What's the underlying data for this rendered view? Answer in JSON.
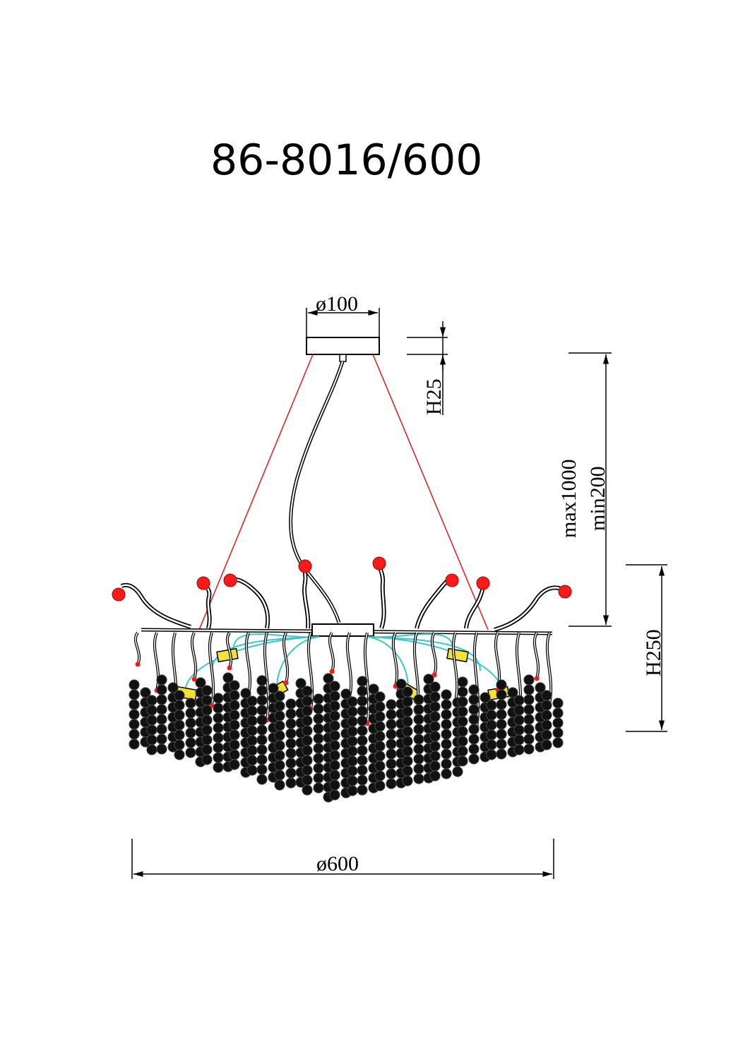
{
  "title": "86-8016/600",
  "dimensions": {
    "canopy_diameter": "ø100",
    "canopy_height": "H25",
    "cable_max": "max1000",
    "cable_min": "min200",
    "body_height": "H250",
    "body_diameter": "ø600"
  },
  "colors": {
    "line": "#000000",
    "suspension_wire": "#d42a2a",
    "crystal_head": "#ff1a1a",
    "inner_cable": "#39c7c7",
    "lamp_holder": "#f2e233",
    "crystal": "#111111"
  }
}
